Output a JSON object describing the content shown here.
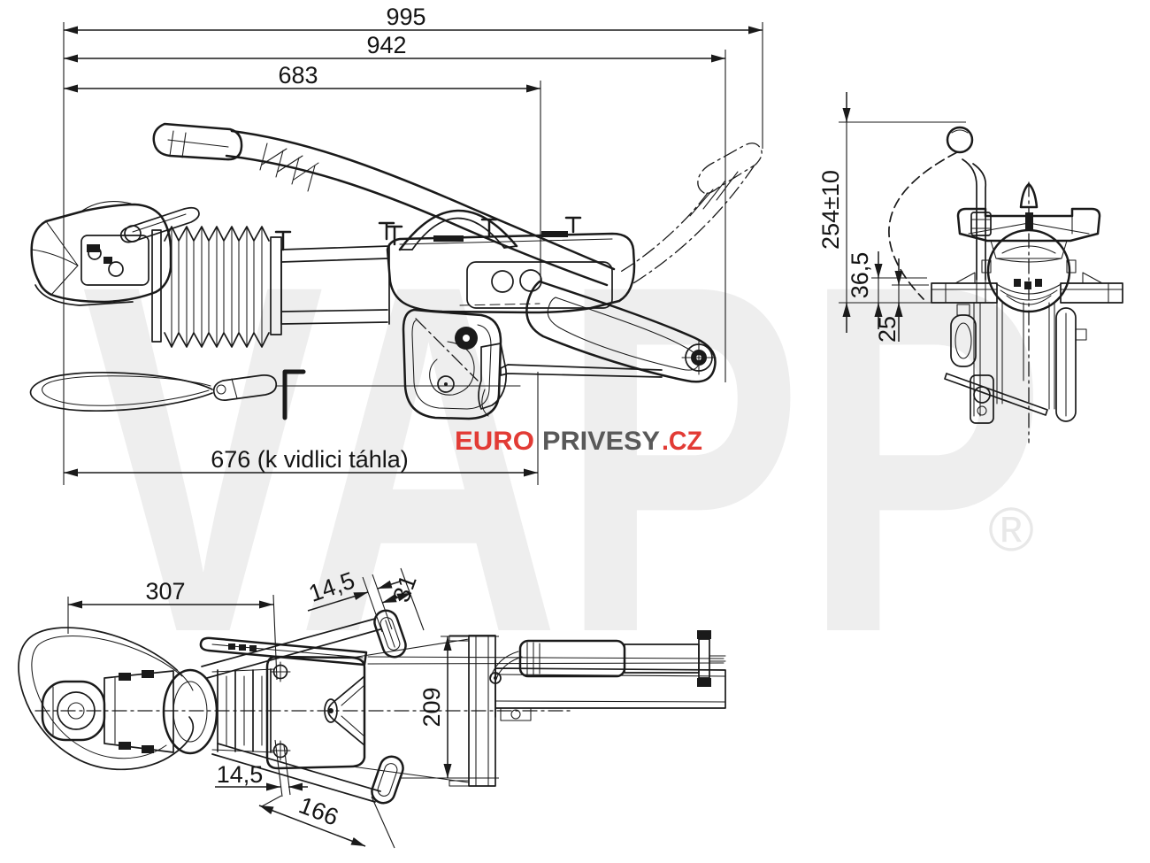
{
  "watermark": {
    "text": "VAPP",
    "registered": "®"
  },
  "logo": {
    "part1": "EURO",
    "part2": "PRIVESY",
    "part3": ".CZ"
  },
  "colors": {
    "logo_red": "#e23b35",
    "logo_gray": "#595959",
    "line": "#1a1a1a",
    "watermark": "#eeeeee"
  },
  "views": {
    "side": {
      "d995": "995",
      "d942": "942",
      "d683": "683",
      "d676": "676 (k vidlici táhla)"
    },
    "front": {
      "d254": "254±10",
      "d365": "36,5",
      "d25": "25"
    },
    "top": {
      "d307": "307",
      "d145a": "14,5",
      "d31": "31",
      "d209": "209",
      "d145b": "14,5",
      "d166": "166"
    }
  }
}
